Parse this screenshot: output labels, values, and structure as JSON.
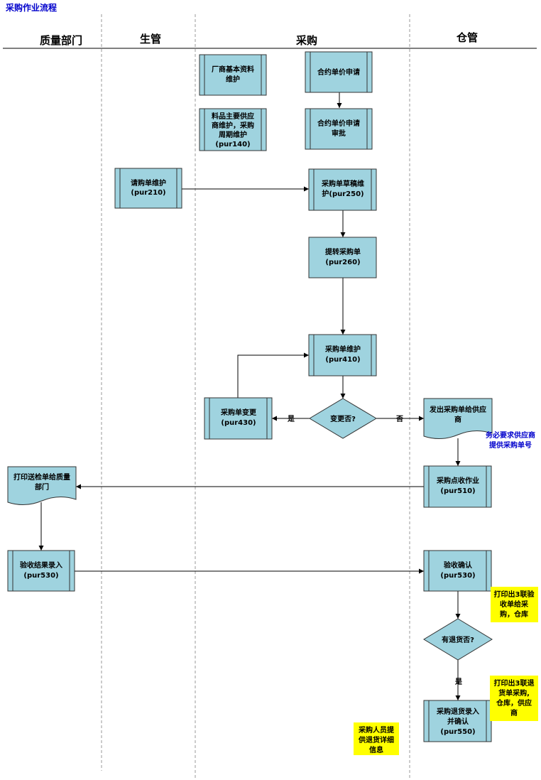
{
  "title": "采购作业流程",
  "lanes": [
    "质量部门",
    "生管",
    "采购",
    "仓管"
  ],
  "nodes": {
    "n1": [
      "厂商基本资料",
      "维护"
    ],
    "n2": [
      "合约单价申请"
    ],
    "n3": [
      "料品主要供应",
      "商维护，采购",
      "周期维护",
      "(pur140)"
    ],
    "n4": [
      "合约单价申请",
      "审批"
    ],
    "n5": [
      "请购单维护",
      "(pur210)"
    ],
    "n6": [
      "采购单草稿维",
      "护(pur250)"
    ],
    "n7": [
      "提转采购单",
      "(pur260)"
    ],
    "n8": [
      "采购单维护",
      "(pur410)"
    ],
    "n9": [
      "采购单变更",
      "(pur430)"
    ],
    "n10": [
      "变更否?"
    ],
    "n11": [
      "发出采购单给供应",
      "商"
    ],
    "n12": [
      "打印送检单给质量",
      "部门"
    ],
    "n13": [
      "采购点收作业",
      "(pur510)"
    ],
    "n14": [
      "验收结果录入",
      "(pur530)"
    ],
    "n15": [
      "验收确认",
      "(pur530)"
    ],
    "n16": [
      "有退货否?"
    ],
    "n17": [
      "采购退货录入",
      "并确认",
      "(pur550)"
    ]
  },
  "edge_labels": {
    "yes1": "是",
    "no1": "否",
    "yes2": "是"
  },
  "notes": {
    "blue": [
      "务必要求供应商",
      "提供采购单号"
    ],
    "y1": [
      "打印出3联验",
      "收单给采",
      "购，仓库"
    ],
    "y2": [
      "打印出3联退",
      "货单采购,",
      "仓库，供应",
      "商"
    ],
    "y3": [
      "采购人员提",
      "供退货详细",
      "信息"
    ]
  },
  "colors": {
    "process_fill": "#9fd3df",
    "note_fill": "#ffff00",
    "title": "#0000cc"
  }
}
